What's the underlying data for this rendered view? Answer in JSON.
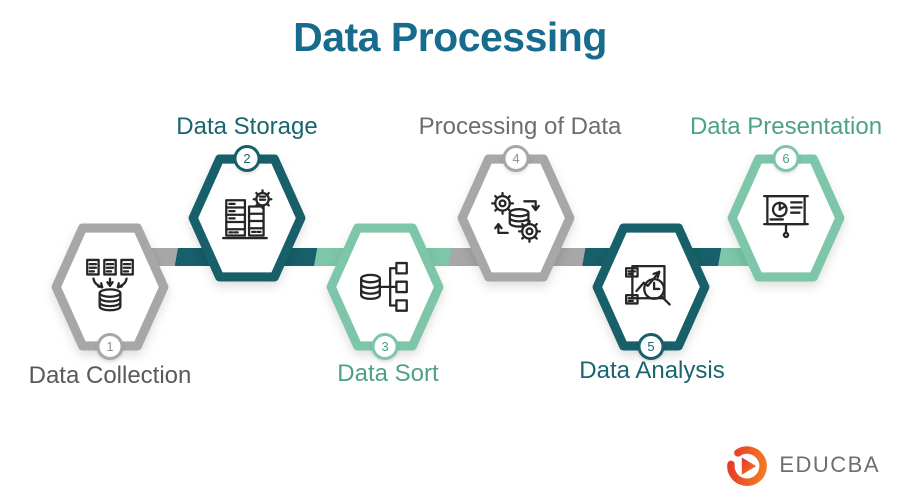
{
  "title": "Data Processing",
  "steps": [
    {
      "number": "1",
      "label": "Data Collection",
      "color": "#a7a7a7",
      "label_color": "#58595b",
      "badge_position": "bottom",
      "icon": "documents-to-database-icon"
    },
    {
      "number": "2",
      "label": "Data Storage",
      "color": "#175f69",
      "label_color": "#1a646f",
      "badge_position": "top",
      "icon": "server-rack-gear-icon"
    },
    {
      "number": "3",
      "label": "Data Sort",
      "color": "#7dc6a9",
      "label_color": "#4ea189",
      "badge_position": "bottom",
      "icon": "database-tree-icon"
    },
    {
      "number": "4",
      "label": "Processing of Data",
      "color": "#a7a7a7",
      "label_color": "#6c6d6f",
      "badge_position": "top",
      "icon": "gears-database-icon"
    },
    {
      "number": "5",
      "label": "Data Analysis",
      "color": "#175f69",
      "label_color": "#1a646f",
      "badge_position": "bottom",
      "icon": "chart-magnifier-icon"
    },
    {
      "number": "6",
      "label": "Data Presentation",
      "color": "#7dc6a9",
      "label_color": "#4ea189",
      "badge_position": "top",
      "icon": "presentation-pie-icon"
    }
  ],
  "colors": {
    "title": "#176c8e",
    "dark_teal": "#175f69",
    "mint_green": "#7dc6a9",
    "gray": "#a7a7a7",
    "logo_red": "#e5322c",
    "logo_orange": "#f58220",
    "logo_text": "#6d6e71"
  },
  "logo": {
    "text": "EDUCBA"
  }
}
